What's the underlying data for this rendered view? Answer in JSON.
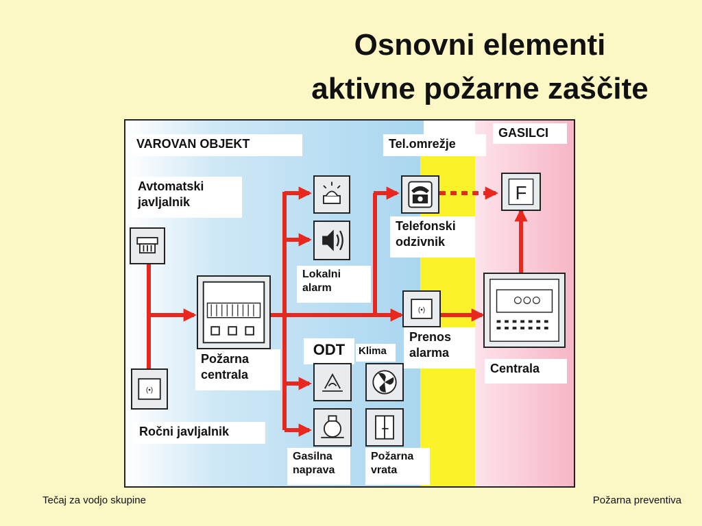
{
  "title": {
    "line1": "Osnovni elementi",
    "line2": "aktivne požarne zaščite"
  },
  "footer": {
    "left": "Tečaj za vodjo skupine",
    "right": "Požarna preventiva"
  },
  "diagram": {
    "zones": {
      "protected": "VAROVAN OBJEKT",
      "tel_network": "Tel.omrežje",
      "firefighters": "GASILCI"
    },
    "labels": {
      "auto_detector": "Avtomatski javljalnik",
      "manual_detector": "Ročni javljalnik",
      "fire_panel": "Požarna centrala",
      "local_alarm": "Lokalni alarm",
      "odt": "ODT",
      "klima": "Klima",
      "extinguishing": "Gasilna naprava",
      "fire_door": "Požarna vrata",
      "phone_responder": "Telefonski odzivnik",
      "alarm_transfer": "Prenos alarma",
      "central": "Centrala"
    },
    "colors": {
      "blue_zone": "#a9d6f0",
      "yellow_zone": "#fbf32a",
      "pink_zone": "#f6b6c6",
      "arrow": "#e8281e"
    }
  }
}
